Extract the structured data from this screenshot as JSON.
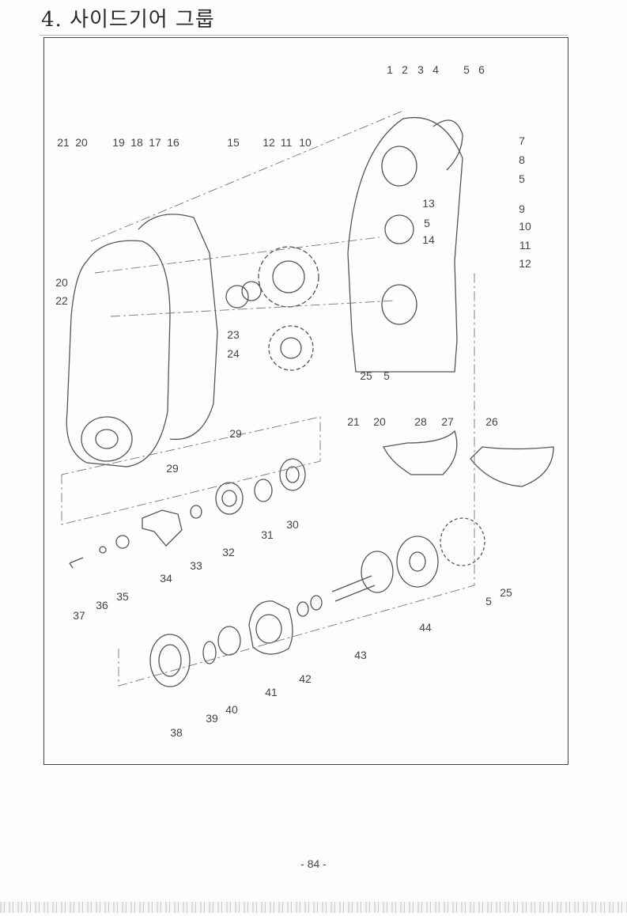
{
  "title": "4. 사이드기어 그룹",
  "page_number": "- 84 -",
  "callouts": [
    "1",
    "2",
    "3",
    "4",
    "5",
    "6",
    "21",
    "20",
    "19",
    "18",
    "17",
    "16",
    "15",
    "12",
    "11",
    "10",
    "7",
    "8",
    "5",
    "9",
    "13",
    "5",
    "14",
    "10",
    "11",
    "12",
    "20",
    "22",
    "23",
    "24",
    "25",
    "5",
    "29",
    "29",
    "21",
    "20",
    "28",
    "27",
    "26",
    "31",
    "30",
    "32",
    "33",
    "34",
    "35",
    "36",
    "37",
    "5",
    "25",
    "44",
    "43",
    "42",
    "41",
    "40",
    "39",
    "38"
  ]
}
